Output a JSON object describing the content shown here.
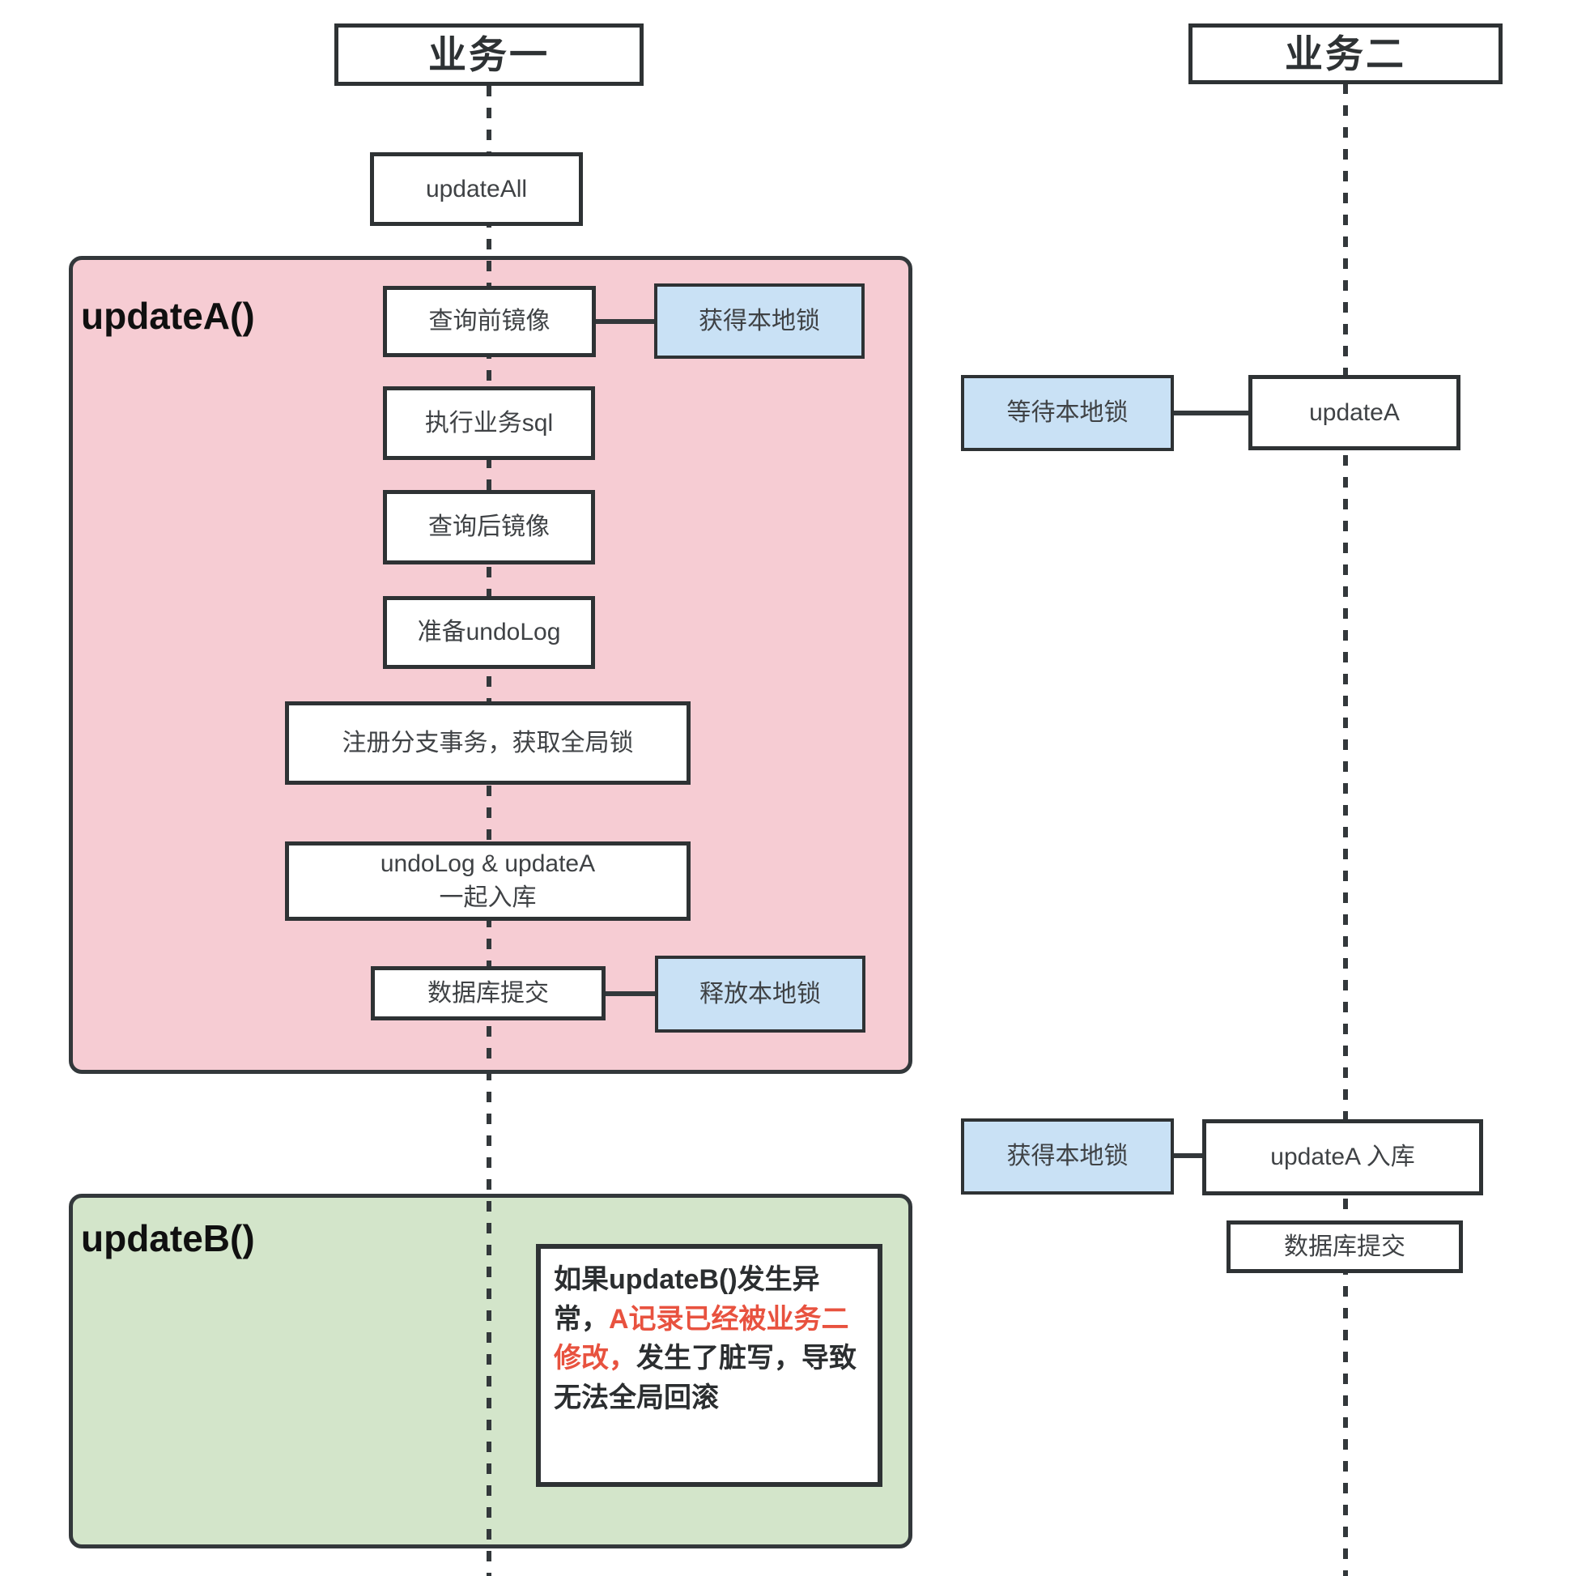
{
  "diagram": {
    "lanes": {
      "lane1_title": "业务一",
      "lane2_title": "业务二"
    },
    "groups": {
      "update_a_label": "updateA()",
      "update_b_label": "updateB()"
    },
    "nodes": {
      "update_all": "updateAll",
      "query_before_image": "查询前镜像",
      "acquire_local_lock_top": "获得本地锁",
      "execute_business_sql": "执行业务sql",
      "query_after_image": "查询后镜像",
      "prepare_undolog": "准备undoLog",
      "register_branch": "注册分支事务，获取全局锁",
      "store_line1": "undoLog & updateA",
      "store_line2": "一起入库",
      "db_commit_left": "数据库提交",
      "release_local_lock": "释放本地锁",
      "wait_local_lock": "等待本地锁",
      "update_a": "updateA",
      "acquire_local_lock_bottom": "获得本地锁",
      "update_a_store": "updateA 入库",
      "db_commit_right": "数据库提交"
    },
    "note": {
      "part1": "如果updateB()发生异常，",
      "part2_red": "A记录已经被业务二修改，",
      "part3": "发生了脏写，导致无法全局回滚"
    },
    "colors": {
      "pink_region": "#f6ccd3",
      "green_region": "#d3e5ca",
      "lock_blue": "#c9e1f5",
      "stroke": "#33383b",
      "warning_red": "#e8523f"
    }
  }
}
